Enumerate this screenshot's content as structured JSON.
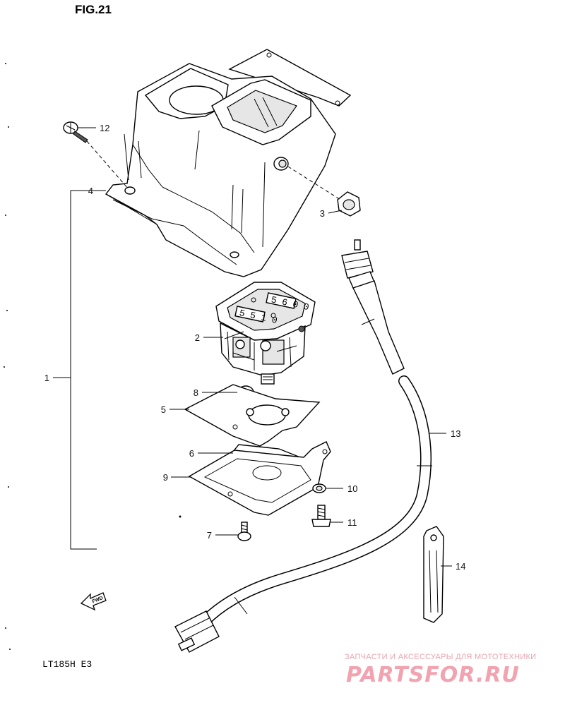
{
  "figure": {
    "title": "FIG.21",
    "model_code": "LT185H E3"
  },
  "fwd_arrow": {
    "label": "FWD",
    "icon": "forward-arrow-icon"
  },
  "parts": [
    {
      "number": "1",
      "name": "speedometer-assembly-callout"
    },
    {
      "number": "2",
      "name": "speedometer-head-callout"
    },
    {
      "number": "3",
      "name": "grommet-nut-callout"
    },
    {
      "number": "4",
      "name": "meter-case-callout"
    },
    {
      "number": "5",
      "name": "gasket-callout"
    },
    {
      "number": "6",
      "name": "cushion-callout"
    },
    {
      "number": "7",
      "name": "screw-callout"
    },
    {
      "number": "8",
      "name": "seal-ring-callout"
    },
    {
      "number": "9",
      "name": "bracket-plate-callout"
    },
    {
      "number": "10",
      "name": "washer-callout"
    },
    {
      "number": "11",
      "name": "bolt-callout"
    },
    {
      "number": "12",
      "name": "screw-top-callout"
    },
    {
      "number": "13",
      "name": "speedometer-cable-callout"
    },
    {
      "number": "14",
      "name": "cable-clamp-callout"
    }
  ],
  "watermark": {
    "caption": "ЗАПЧАСТИ И АКСЕССУАРЫ ДЛЯ МОТОТЕХНИКИ",
    "logo": "PARTSFOR.RU"
  },
  "odometer_digits": "5 6 0 0",
  "trip_digits": "5 5 1 0",
  "colors": {
    "ink": "#000000",
    "watermark": "#f2a3b0",
    "background": "#ffffff"
  }
}
